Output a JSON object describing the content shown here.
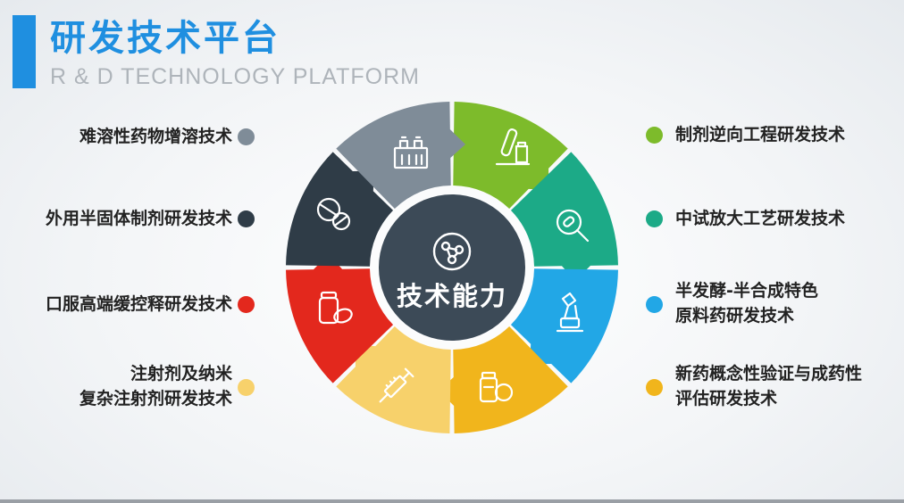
{
  "header": {
    "title": "研发技术平台",
    "subtitle": "R & D TECHNOLOGY PLATFORM"
  },
  "center": {
    "label": "技术能力"
  },
  "left_items": [
    {
      "lines": [
        "难溶性药物增溶技术"
      ],
      "color": "#7f8c98"
    },
    {
      "lines": [
        "外用半固体制剂研发技术"
      ],
      "color": "#2f3c47"
    },
    {
      "lines": [
        "口服高端缓控释研发技术"
      ],
      "color": "#e3281d"
    },
    {
      "lines": [
        "注射剂及纳米",
        "复杂注射剂研发技术"
      ],
      "color": "#f7d16b"
    }
  ],
  "right_items": [
    {
      "lines": [
        "制剂逆向工程研发技术"
      ],
      "color": "#7dbb2b"
    },
    {
      "lines": [
        "中试放大工艺研发技术"
      ],
      "color": "#1caa87"
    },
    {
      "lines": [
        "半发酵-半合成特色",
        "原料药研发技术"
      ],
      "color": "#22a7e6"
    },
    {
      "lines": [
        "新药概念性验证与成药性",
        "评估研发技术"
      ],
      "color": "#f1b51c"
    }
  ],
  "wheel_segments": [
    {
      "color": "#7dbb2b",
      "icon": "test-tube-icon"
    },
    {
      "color": "#1caa87",
      "icon": "magnifier-capsule-icon"
    },
    {
      "color": "#22a7e6",
      "icon": "mixer-icon"
    },
    {
      "color": "#f1b51c",
      "icon": "medicine-bottle-icon"
    },
    {
      "color": "#f7d16b",
      "icon": "syringe-icon"
    },
    {
      "color": "#e3281d",
      "icon": "pill-bottle-icon"
    },
    {
      "color": "#2f3c47",
      "icon": "tablets-icon"
    },
    {
      "color": "#7f8c98",
      "icon": "lab-equipment-icon"
    }
  ],
  "center_color": "#3c4a57",
  "center_icon": "molecule-icon"
}
